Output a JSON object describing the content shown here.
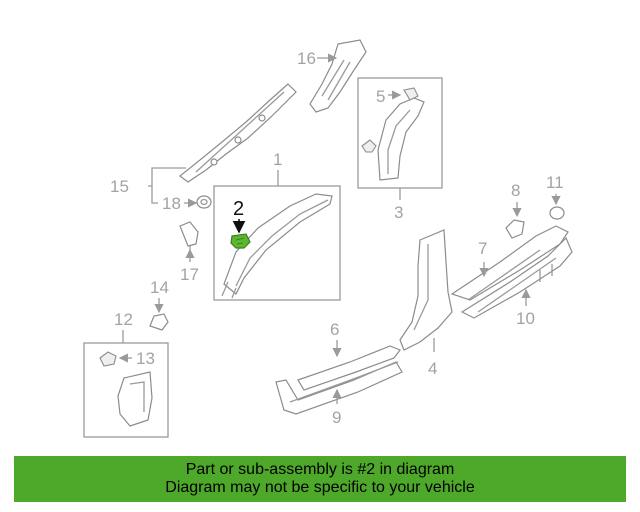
{
  "callouts": {
    "c1": "1",
    "c2": "2",
    "c3": "3",
    "c4": "4",
    "c5": "5",
    "c6": "6",
    "c7": "7",
    "c8": "8",
    "c9": "9",
    "c10": "10",
    "c11": "11",
    "c12": "12",
    "c13": "13",
    "c14": "14",
    "c15": "15",
    "c16": "16",
    "c17": "17",
    "c18": "18"
  },
  "highlight": {
    "part_number": "2",
    "color": "#5cb82e"
  },
  "banner": {
    "line1": "Part or sub-assembly is #2 in diagram",
    "line2": "Diagram may not be specific to your vehicle",
    "background": "#4ea82a"
  }
}
